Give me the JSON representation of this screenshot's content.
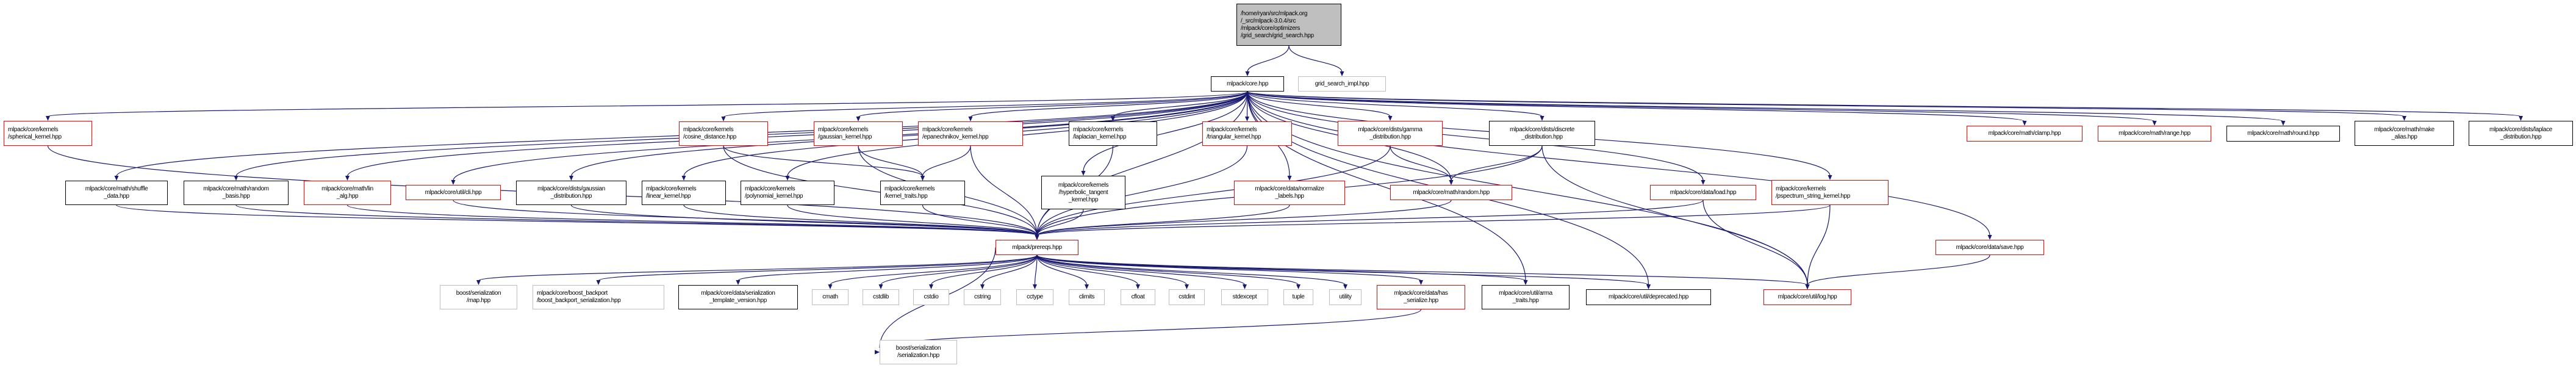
{
  "colors": {
    "edge": "#191970",
    "red_border": "#ff0000",
    "black_border": "#000000",
    "gray_border": "#bfbfbf",
    "root_fill": "#bfbfbf"
  },
  "nodes": [
    {
      "id": "root",
      "style": "root",
      "lines": [
        "/home/ryan/src/mlpack.org",
        "/_src/mlpack-3.0.4/src",
        "/mlpack/core/optimizers",
        "/grid_search/grid_search.hpp"
      ]
    },
    {
      "id": "core",
      "style": "black",
      "lines": [
        "mlpack/core.hpp"
      ]
    },
    {
      "id": "gsi",
      "style": "gray",
      "lines": [
        "grid_search_impl.hpp"
      ]
    },
    {
      "id": "spherical",
      "style": "red",
      "lines": [
        "mlpack/core/kernels",
        "/spherical_kernel.hpp"
      ]
    },
    {
      "id": "cosine",
      "style": "red",
      "lines": [
        "mlpack/core/kernels",
        "/cosine_distance.hpp"
      ]
    },
    {
      "id": "gaussian_k",
      "style": "red",
      "lines": [
        "mlpack/core/kernels",
        "/gaussian_kernel.hpp"
      ]
    },
    {
      "id": "epan",
      "style": "red",
      "lines": [
        "mlpack/core/kernels",
        "/epanechnikov_kernel.hpp"
      ]
    },
    {
      "id": "laplacian",
      "style": "black",
      "lines": [
        "mlpack/core/kernels",
        "/laplacian_kernel.hpp"
      ]
    },
    {
      "id": "triangular",
      "style": "red",
      "lines": [
        "mlpack/core/kernels",
        "/triangular_kernel.hpp"
      ]
    },
    {
      "id": "gamma",
      "style": "red",
      "lines": [
        "mlpack/core/dists/gamma",
        "_distribution.hpp"
      ]
    },
    {
      "id": "discrete",
      "style": "black",
      "lines": [
        "mlpack/core/dists/discrete",
        "_distribution.hpp"
      ]
    },
    {
      "id": "clamp",
      "style": "red",
      "lines": [
        "mlpack/core/math/clamp.hpp"
      ]
    },
    {
      "id": "range",
      "style": "red",
      "lines": [
        "mlpack/core/math/range.hpp"
      ]
    },
    {
      "id": "round",
      "style": "black",
      "lines": [
        "mlpack/core/math/round.hpp"
      ]
    },
    {
      "id": "make_alias",
      "style": "black",
      "lines": [
        "mlpack/core/math/make",
        "_alias.hpp"
      ]
    },
    {
      "id": "laplace",
      "style": "black",
      "lines": [
        "mlpack/core/dists/laplace",
        "_distribution.hpp"
      ]
    },
    {
      "id": "shuffle",
      "style": "black",
      "lines": [
        "mlpack/core/math/shuffle",
        "_data.hpp"
      ]
    },
    {
      "id": "random_basis",
      "style": "black",
      "lines": [
        "mlpack/core/math/random",
        "_basis.hpp"
      ]
    },
    {
      "id": "lin_alg",
      "style": "red",
      "lines": [
        "mlpack/core/math/lin",
        "_alg.hpp"
      ]
    },
    {
      "id": "cli",
      "style": "red",
      "lines": [
        "mlpack/core/util/cli.hpp"
      ]
    },
    {
      "id": "gauss_dist",
      "style": "black",
      "lines": [
        "mlpack/core/dists/gaussian",
        "_distribution.hpp"
      ]
    },
    {
      "id": "linear",
      "style": "black",
      "lines": [
        "mlpack/core/kernels",
        "/linear_kernel.hpp"
      ]
    },
    {
      "id": "polynomial",
      "style": "black",
      "lines": [
        "mlpack/core/kernels",
        "/polynomial_kernel.hpp"
      ]
    },
    {
      "id": "kernel_traits",
      "style": "black",
      "lines": [
        "mlpack/core/kernels",
        "/kernel_traits.hpp"
      ]
    },
    {
      "id": "hyperbolic",
      "style": "black",
      "lines": [
        "mlpack/core/kernels",
        "/hyperbolic_tangent",
        "_kernel.hpp"
      ]
    },
    {
      "id": "normalize",
      "style": "red",
      "lines": [
        "mlpack/core/data/normalize",
        "_labels.hpp"
      ]
    },
    {
      "id": "math_random",
      "style": "red",
      "lines": [
        "mlpack/core/math/random.hpp"
      ]
    },
    {
      "id": "load",
      "style": "red",
      "lines": [
        "mlpack/core/data/load.hpp"
      ]
    },
    {
      "id": "pspectrum",
      "style": "red",
      "lines": [
        "mlpack/core/kernels",
        "/pspectrum_string_kernel.hpp"
      ]
    },
    {
      "id": "save",
      "style": "red",
      "lines": [
        "mlpack/core/data/save.hpp"
      ]
    },
    {
      "id": "prereqs",
      "style": "red",
      "lines": [
        "mlpack/prereqs.hpp"
      ]
    },
    {
      "id": "map",
      "style": "gray",
      "lines": [
        "boost/serialization",
        "/map.hpp"
      ]
    },
    {
      "id": "backport",
      "style": "gray",
      "lines": [
        "mlpack/core/boost_backport",
        "/boost_backport_serialization.hpp"
      ]
    },
    {
      "id": "template_version",
      "style": "black",
      "lines": [
        "mlpack/core/data/serialization",
        "_template_version.hpp"
      ]
    },
    {
      "id": "cmath",
      "style": "gray",
      "lines": [
        "cmath"
      ]
    },
    {
      "id": "cstdlib",
      "style": "gray",
      "lines": [
        "cstdlib"
      ]
    },
    {
      "id": "cstdio",
      "style": "gray",
      "lines": [
        "cstdio"
      ]
    },
    {
      "id": "cstring",
      "style": "gray",
      "lines": [
        "cstring"
      ]
    },
    {
      "id": "cctype",
      "style": "gray",
      "lines": [
        "cctype"
      ]
    },
    {
      "id": "climits",
      "style": "gray",
      "lines": [
        "climits"
      ]
    },
    {
      "id": "cfloat",
      "style": "gray",
      "lines": [
        "cfloat"
      ]
    },
    {
      "id": "cstdint",
      "style": "gray",
      "lines": [
        "cstdint"
      ]
    },
    {
      "id": "stdexcept",
      "style": "gray",
      "lines": [
        "stdexcept"
      ]
    },
    {
      "id": "tuple",
      "style": "gray",
      "lines": [
        "tuple"
      ]
    },
    {
      "id": "utility",
      "style": "gray",
      "lines": [
        "utility"
      ]
    },
    {
      "id": "has_serialize",
      "style": "red",
      "lines": [
        "mlpack/core/data/has",
        "_serialize.hpp"
      ]
    },
    {
      "id": "arma_traits",
      "style": "black",
      "lines": [
        "mlpack/core/util/arma",
        "_traits.hpp"
      ]
    },
    {
      "id": "deprecated",
      "style": "black",
      "lines": [
        "mlpack/core/util/deprecated.hpp"
      ]
    },
    {
      "id": "log",
      "style": "red",
      "lines": [
        "mlpack/core/util/log.hpp"
      ]
    },
    {
      "id": "serialization",
      "style": "gray",
      "lines": [
        "boost/serialization",
        "/serialization.hpp"
      ]
    }
  ],
  "edges": [
    [
      "root",
      "core"
    ],
    [
      "root",
      "gsi"
    ],
    [
      "core",
      "spherical"
    ],
    [
      "core",
      "cosine"
    ],
    [
      "core",
      "gaussian_k"
    ],
    [
      "core",
      "epan"
    ],
    [
      "core",
      "laplacian"
    ],
    [
      "core",
      "triangular"
    ],
    [
      "core",
      "gamma"
    ],
    [
      "core",
      "discrete"
    ],
    [
      "core",
      "clamp"
    ],
    [
      "core",
      "range"
    ],
    [
      "core",
      "round"
    ],
    [
      "core",
      "make_alias"
    ],
    [
      "core",
      "laplace"
    ],
    [
      "core",
      "shuffle"
    ],
    [
      "core",
      "random_basis"
    ],
    [
      "core",
      "lin_alg"
    ],
    [
      "core",
      "cli"
    ],
    [
      "core",
      "gauss_dist"
    ],
    [
      "core",
      "linear"
    ],
    [
      "core",
      "polynomial"
    ],
    [
      "core",
      "hyperbolic"
    ],
    [
      "core",
      "normalize"
    ],
    [
      "core",
      "math_random"
    ],
    [
      "core",
      "load"
    ],
    [
      "core",
      "pspectrum"
    ],
    [
      "core",
      "save"
    ],
    [
      "core",
      "prereqs"
    ],
    [
      "core",
      "arma_traits"
    ],
    [
      "core",
      "deprecated"
    ],
    [
      "core",
      "log"
    ],
    [
      "cosine",
      "kernel_traits"
    ],
    [
      "gaussian_k",
      "kernel_traits"
    ],
    [
      "epan",
      "kernel_traits"
    ],
    [
      "gamma",
      "math_random"
    ],
    [
      "discrete",
      "math_random"
    ],
    [
      "discrete",
      "log"
    ],
    [
      "discrete",
      "prereqs"
    ],
    [
      "spherical",
      "prereqs"
    ],
    [
      "cosine",
      "prereqs"
    ],
    [
      "gaussian_k",
      "prereqs"
    ],
    [
      "epan",
      "prereqs"
    ],
    [
      "laplacian",
      "prereqs"
    ],
    [
      "triangular",
      "prereqs"
    ],
    [
      "gamma",
      "prereqs"
    ],
    [
      "shuffle",
      "prereqs"
    ],
    [
      "random_basis",
      "prereqs"
    ],
    [
      "lin_alg",
      "prereqs"
    ],
    [
      "cli",
      "prereqs"
    ],
    [
      "gauss_dist",
      "prereqs"
    ],
    [
      "linear",
      "prereqs"
    ],
    [
      "polynomial",
      "prereqs"
    ],
    [
      "kernel_traits",
      "prereqs"
    ],
    [
      "hyperbolic",
      "prereqs"
    ],
    [
      "normalize",
      "prereqs"
    ],
    [
      "math_random",
      "prereqs"
    ],
    [
      "load",
      "prereqs"
    ],
    [
      "pspectrum",
      "prereqs"
    ],
    [
      "load",
      "log"
    ],
    [
      "pspectrum",
      "log"
    ],
    [
      "save",
      "log"
    ],
    [
      "prereqs",
      "map"
    ],
    [
      "prereqs",
      "backport"
    ],
    [
      "prereqs",
      "template_version"
    ],
    [
      "prereqs",
      "cmath"
    ],
    [
      "prereqs",
      "cstdlib"
    ],
    [
      "prereqs",
      "cstdio"
    ],
    [
      "prereqs",
      "cstring"
    ],
    [
      "prereqs",
      "cctype"
    ],
    [
      "prereqs",
      "climits"
    ],
    [
      "prereqs",
      "cfloat"
    ],
    [
      "prereqs",
      "cstdint"
    ],
    [
      "prereqs",
      "stdexcept"
    ],
    [
      "prereqs",
      "tuple"
    ],
    [
      "prereqs",
      "utility"
    ],
    [
      "prereqs",
      "has_serialize"
    ],
    [
      "prereqs",
      "arma_traits"
    ],
    [
      "prereqs",
      "deprecated"
    ],
    [
      "prereqs",
      "log"
    ],
    [
      "prereqs",
      "serialization"
    ],
    [
      "has_serialize",
      "serialization"
    ]
  ]
}
